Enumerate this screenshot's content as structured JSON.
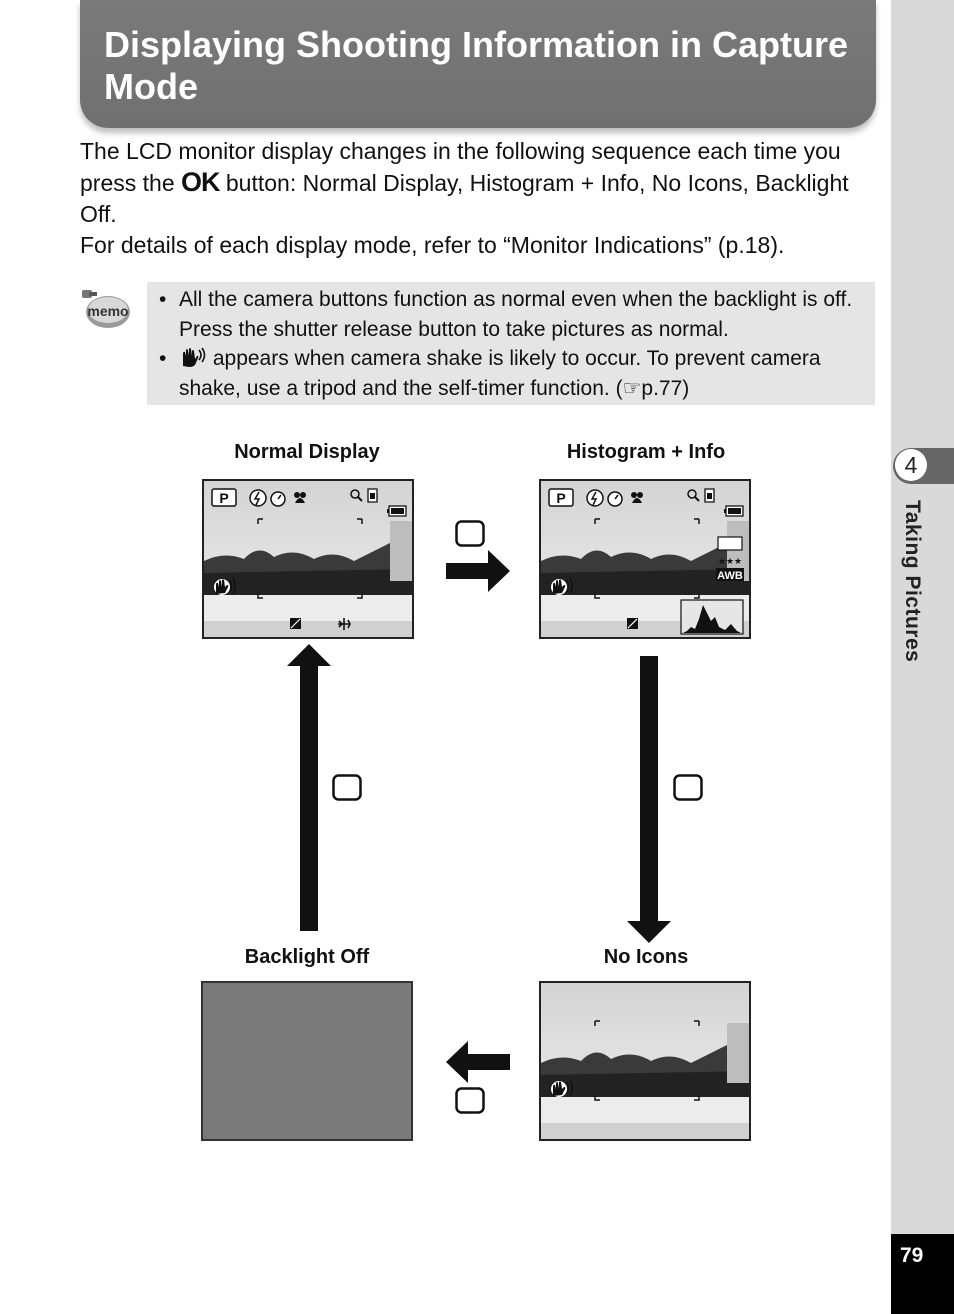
{
  "title": "Displaying Shooting Information in Capture Mode",
  "intro": {
    "line1_before": "The LCD monitor display changes in the following sequence each time you press the ",
    "ok_label": "OK",
    "line1_after": " button: Normal Display, Histogram + Info, No Icons, Backlight Off.",
    "line2": "For details of each display mode, refer to “Monitor Indications” (p.18)."
  },
  "memo": {
    "icon_label": "memo",
    "bullet_char": "•",
    "item1": "All the camera buttons function as normal even when the backlight is off. Press the shutter release button to take pictures as normal.",
    "item2_after_icon": " appears when camera shake is likely to occur. To prevent camera shake, use a tripod and the self-timer function. (☞p.77)"
  },
  "modes": {
    "normal": "Normal Display",
    "histogram": "Histogram + Info",
    "no_icons": "No Icons",
    "backlight_off": "Backlight Off"
  },
  "screen_icons": {
    "program_mode": "P",
    "awb": "AWB",
    "quality_stars": "★★★"
  },
  "side_tab": {
    "chapter_number": "4",
    "chapter_title": "Taking Pictures",
    "page_number": "79"
  },
  "icons": [
    "memo-icon",
    "camera-shake-icon",
    "flash-off-icon",
    "self-timer-icon",
    "macro-icon",
    "zoom-icon",
    "memory-card-icon",
    "battery-icon",
    "exposure-compensation-icon",
    "airplane-icon",
    "histogram-icon",
    "ok-button-icon",
    "arrow-right-icon",
    "arrow-down-icon",
    "arrow-left-icon",
    "arrow-up-icon"
  ],
  "colors": {
    "banner": "#747474",
    "memo_bg": "#e5e5e5",
    "side_bar": "#d9d9d9",
    "page_num_bg": "#000000",
    "backlight_off": "#7a7a7a"
  }
}
